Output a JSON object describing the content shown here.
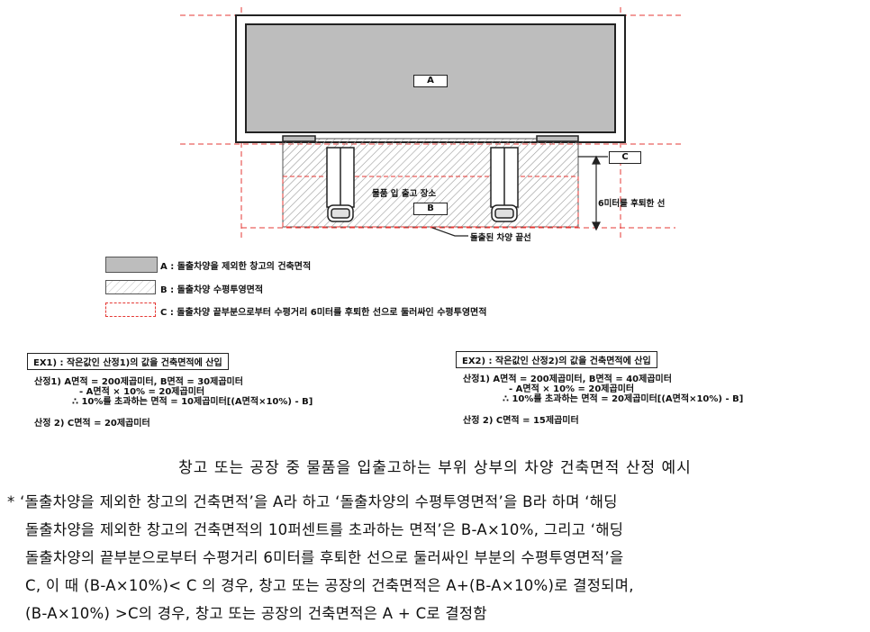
{
  "diagram": {
    "label_a": "A",
    "label_b": "B",
    "label_c": "C",
    "loading_area": "물품 입 출고 장소",
    "setback_line": "6미터를 후퇴한 선",
    "canopy_edge": "돌출된 차양 끝선"
  },
  "legend": [
    {
      "text": "A : 돌출차양을 제외한 창고의 건축면적"
    },
    {
      "text": "B : 돌출차양 수평투영면적"
    },
    {
      "text": "C : 돌출차양 끝부분으로부터 수평거리 6미터를 후퇴한 선으로 둘러싸인 수평투영면적"
    }
  ],
  "ex1": {
    "title": "EX1) : 작은값인 산정1)의 값을 건축면적에 산입",
    "lines": [
      "산정1) A면적 = 200제곱미터, B면적 = 30제곱미터",
      "- A면적 × 10% = 20제곱미터",
      "∴ 10%를 초과하는 면적 = 10제곱미터[(A면적×10%) - B]",
      "산정 2) C면적 = 20제곱미터"
    ]
  },
  "ex2": {
    "title": "EX2) : 작은값인 산정2)의 값을 건축면적에 산입",
    "lines": [
      "산정1) A면적 = 200제곱미터, B면적 = 40제곱미터",
      "- A면적 × 10% = 20제곱미터",
      "∴ 10%를 초과하는 면적 = 20제곱미터[(A면적×10%) - B]",
      "산정 2) C면적 = 15제곱미터"
    ]
  },
  "caption": "창고 또는 공장 중 물품을 입출고하는 부위 상부의 차양 건축면적 산정 예시",
  "note": [
    "* ‘돌출차양을 제외한 창고의 건축면적’을 A라 하고 ‘돌출차양의 수평투영면적’을 B라 하며 ‘해딩",
    "돌출차양을 제외한 창고의 건축면적의 10퍼센트를 초과하는 면적’은 B-A×10%, 그리고 ‘해딩",
    "돌출차양의 끝부분으로부터 수평거리 6미터를 후퇴한 선으로 둘러싸인 부분의 수평투영면적’을",
    "C, 이 때 (B-A×10%)< C 의 경우, 창고 또는 공장의 건축면적은 A+(B-A×10%)로 결정되며,",
    "(B-A×10%) >C의 경우, 창고 또는 공장의 건축면적은 A + C로 결정함"
  ],
  "colors": {
    "hatch": "#9a9a9a",
    "building_fill": "#bdbdbd",
    "dashed_red": "#e53935",
    "text": "#111111"
  }
}
